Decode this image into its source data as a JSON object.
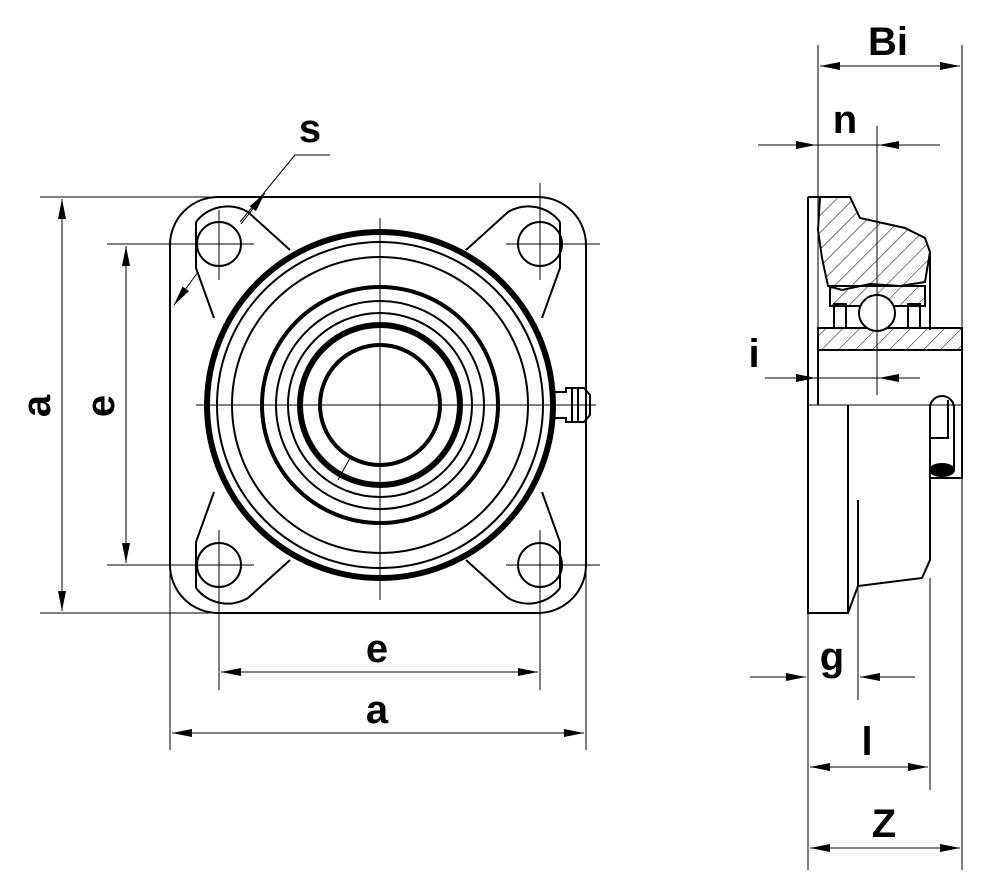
{
  "labels": {
    "front_a_vertical": "a",
    "front_e_vertical": "e",
    "front_e_horizontal": "e",
    "front_a_horizontal": "a",
    "front_s": "s",
    "side_Bi": "Bi",
    "side_n": "n",
    "side_i": "i",
    "side_g": "g",
    "side_l": "l",
    "side_Z": "Z"
  },
  "colors": {
    "line": "#000000",
    "background": "#ffffff"
  }
}
